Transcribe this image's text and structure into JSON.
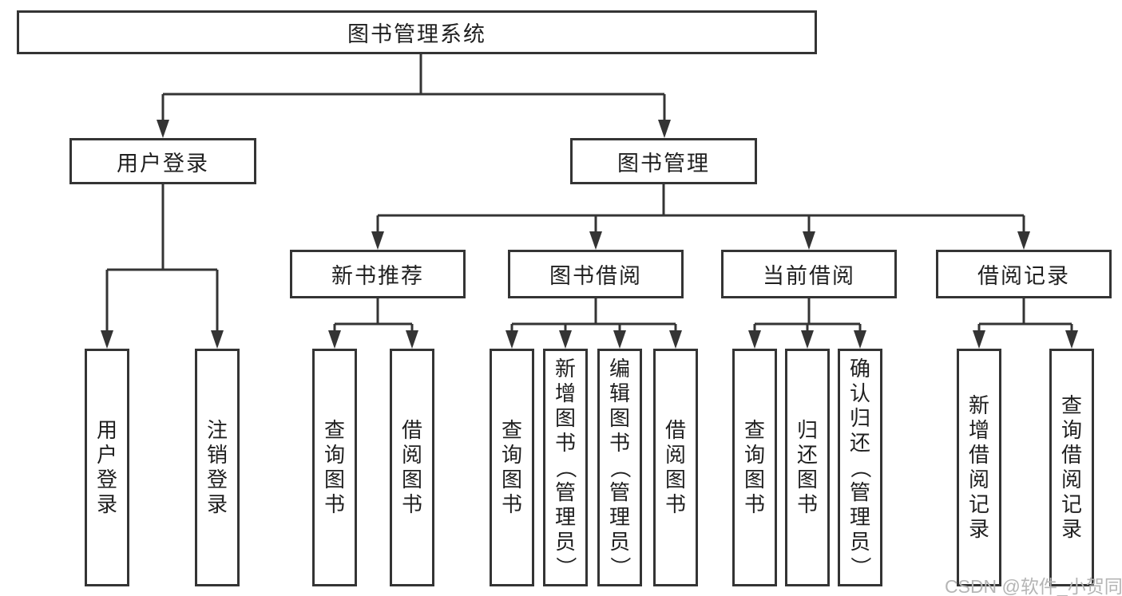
{
  "diagram": {
    "root": "图书管理系统",
    "branches": {
      "user_login": {
        "label": "用户登录",
        "children": [
          "用户登录",
          "注销登录"
        ]
      },
      "book_management": {
        "label": "图书管理",
        "children": [
          {
            "label": "新书推荐",
            "children": [
              "查询图书",
              "借阅图书"
            ]
          },
          {
            "label": "图书借阅",
            "children": [
              "查询图书",
              "新增图书（管理员）",
              "编辑图书（管理员）",
              "借阅图书"
            ]
          },
          {
            "label": "当前借阅",
            "children": [
              "查询图书",
              "归还图书",
              "确认归还（管理员）"
            ]
          },
          {
            "label": "借阅记录",
            "children": [
              "新增借阅记录",
              "查询借阅记录"
            ]
          }
        ]
      }
    }
  },
  "watermark": "CSDN @软件_小贺同学",
  "colors": {
    "line": "#343434",
    "box_border": "#343434",
    "text": "#1f1f1f",
    "watermark": "#b5b5b5",
    "background": "#ffffff"
  }
}
